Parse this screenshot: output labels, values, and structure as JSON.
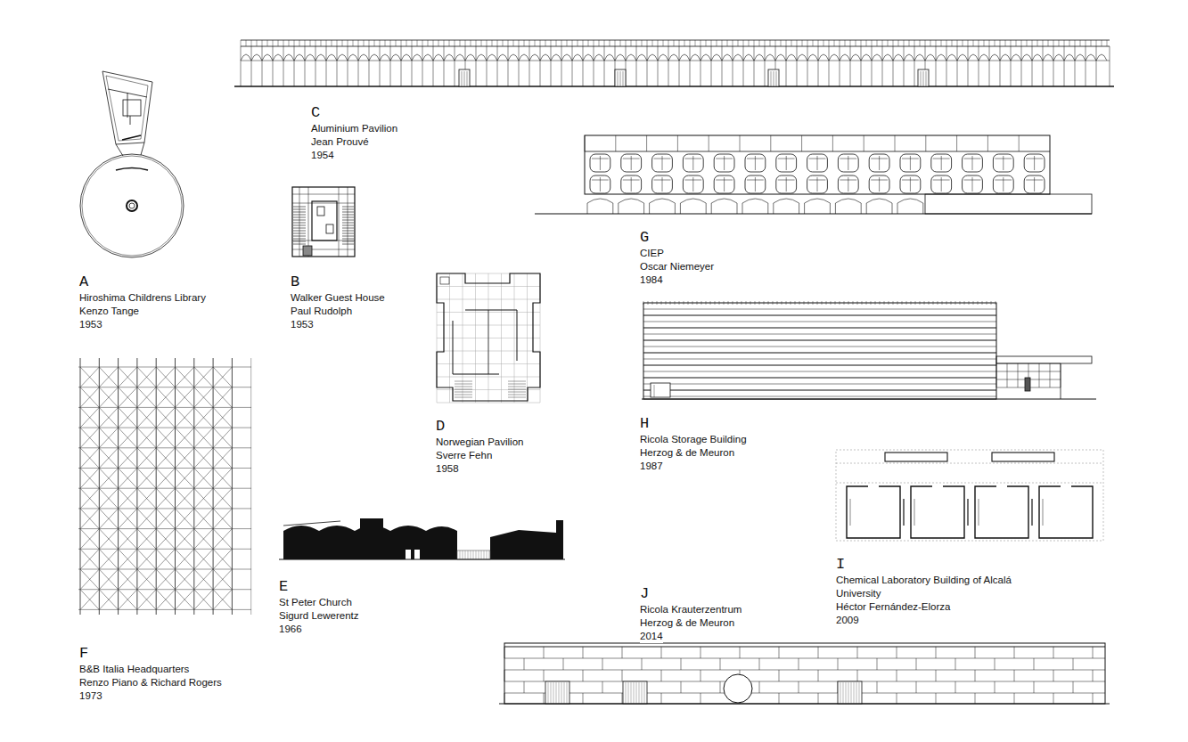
{
  "diagram": {
    "labels": [
      "A",
      "Hiroshima Childrens Library",
      "Kenzo Tange",
      "1953",
      "B",
      "Walker Guest House",
      "Paul Rudolph",
      "1953",
      "C",
      "Aluminium Pavilion",
      "Jean Prouvé",
      "1954",
      "D",
      "Norwegian Pavilion",
      "Sverre Fehn",
      "1958",
      "E",
      "St Peter Church",
      "Sigurd Lewerentz",
      "1966",
      "F",
      "B&B Italia Headquarters",
      "Renzo Piano & Richard Rogers",
      "1973",
      "G",
      "CIEP",
      "Oscar Niemeyer",
      "1984",
      "H",
      "Ricola Storage Building",
      "Herzog & de Meuron",
      "1987",
      "I",
      "Chemical Laboratory Building of Alcalá University",
      "Héctor Fernández-Elorza",
      "2009",
      "J",
      "Ricola Krauterzentrum",
      "Herzog & de Meuron",
      "2014"
    ]
  }
}
